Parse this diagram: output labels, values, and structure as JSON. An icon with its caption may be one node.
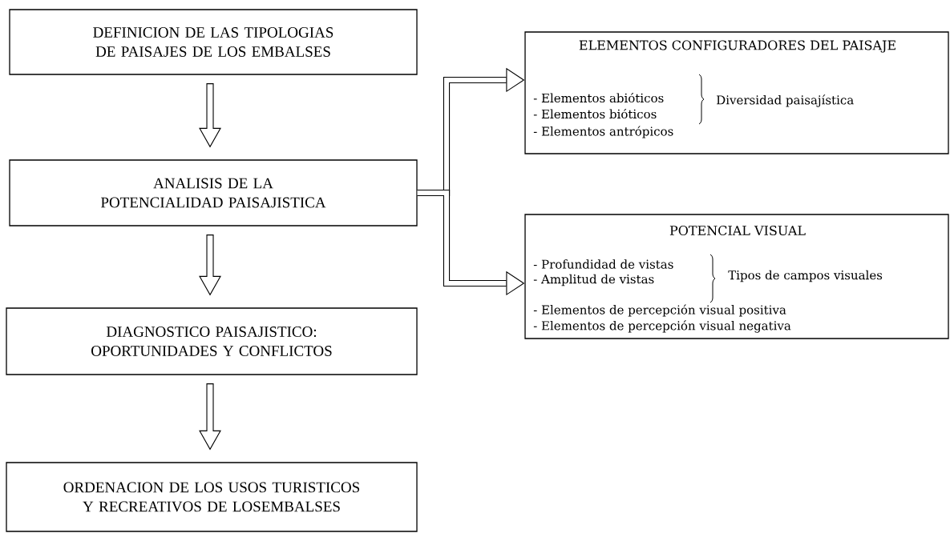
{
  "diagram": {
    "nodes": [
      {
        "text": [
          "DEFINICION DE LAS TIPOLOGIAS DE PAISAJES DE LOS EMBALSES"
        ]
      },
      {
        "text": [
          "ANALISIS DE LA POTENCIALIDAD PAISAJISTICA"
        ]
      },
      {
        "text": [
          "DIAGNOSTICO PAISAJISTICO: OPORTUNIDADES Y CONFLICTOS"
        ]
      },
      {
        "text": [
          "ORDENACION DE LOS USOS TURISTICOS Y RECREATIVOS DE LOSEMBALSES"
        ]
      },
      {
        "text": [
          "ELEMENTOS CONFIGURADORES DEL PAISAJE",
          "- Elementos abióticos",
          "- Elementos bióticos",
          "- Elementos antrópicos",
          "Diversidad paisajística"
        ]
      },
      {
        "text": [
          "POTENCIAL VISUAL",
          "- Profundidad de vistas",
          "- Amplitud de vistas",
          "Tipos de campos visuales",
          "- Elementos de percepción visual positiva",
          "- Elementos de percepción visual negativa"
        ]
      }
    ],
    "edges": [
      {
        "from": 0,
        "to": 1,
        "arrow": "to"
      },
      {
        "from": 1,
        "to": 2,
        "arrow": "to"
      },
      {
        "from": 2,
        "to": 3,
        "arrow": "to"
      },
      {
        "from": 1,
        "to": 4,
        "arrow": "to"
      },
      {
        "from": 1,
        "to": 5,
        "arrow": "to"
      }
    ]
  }
}
